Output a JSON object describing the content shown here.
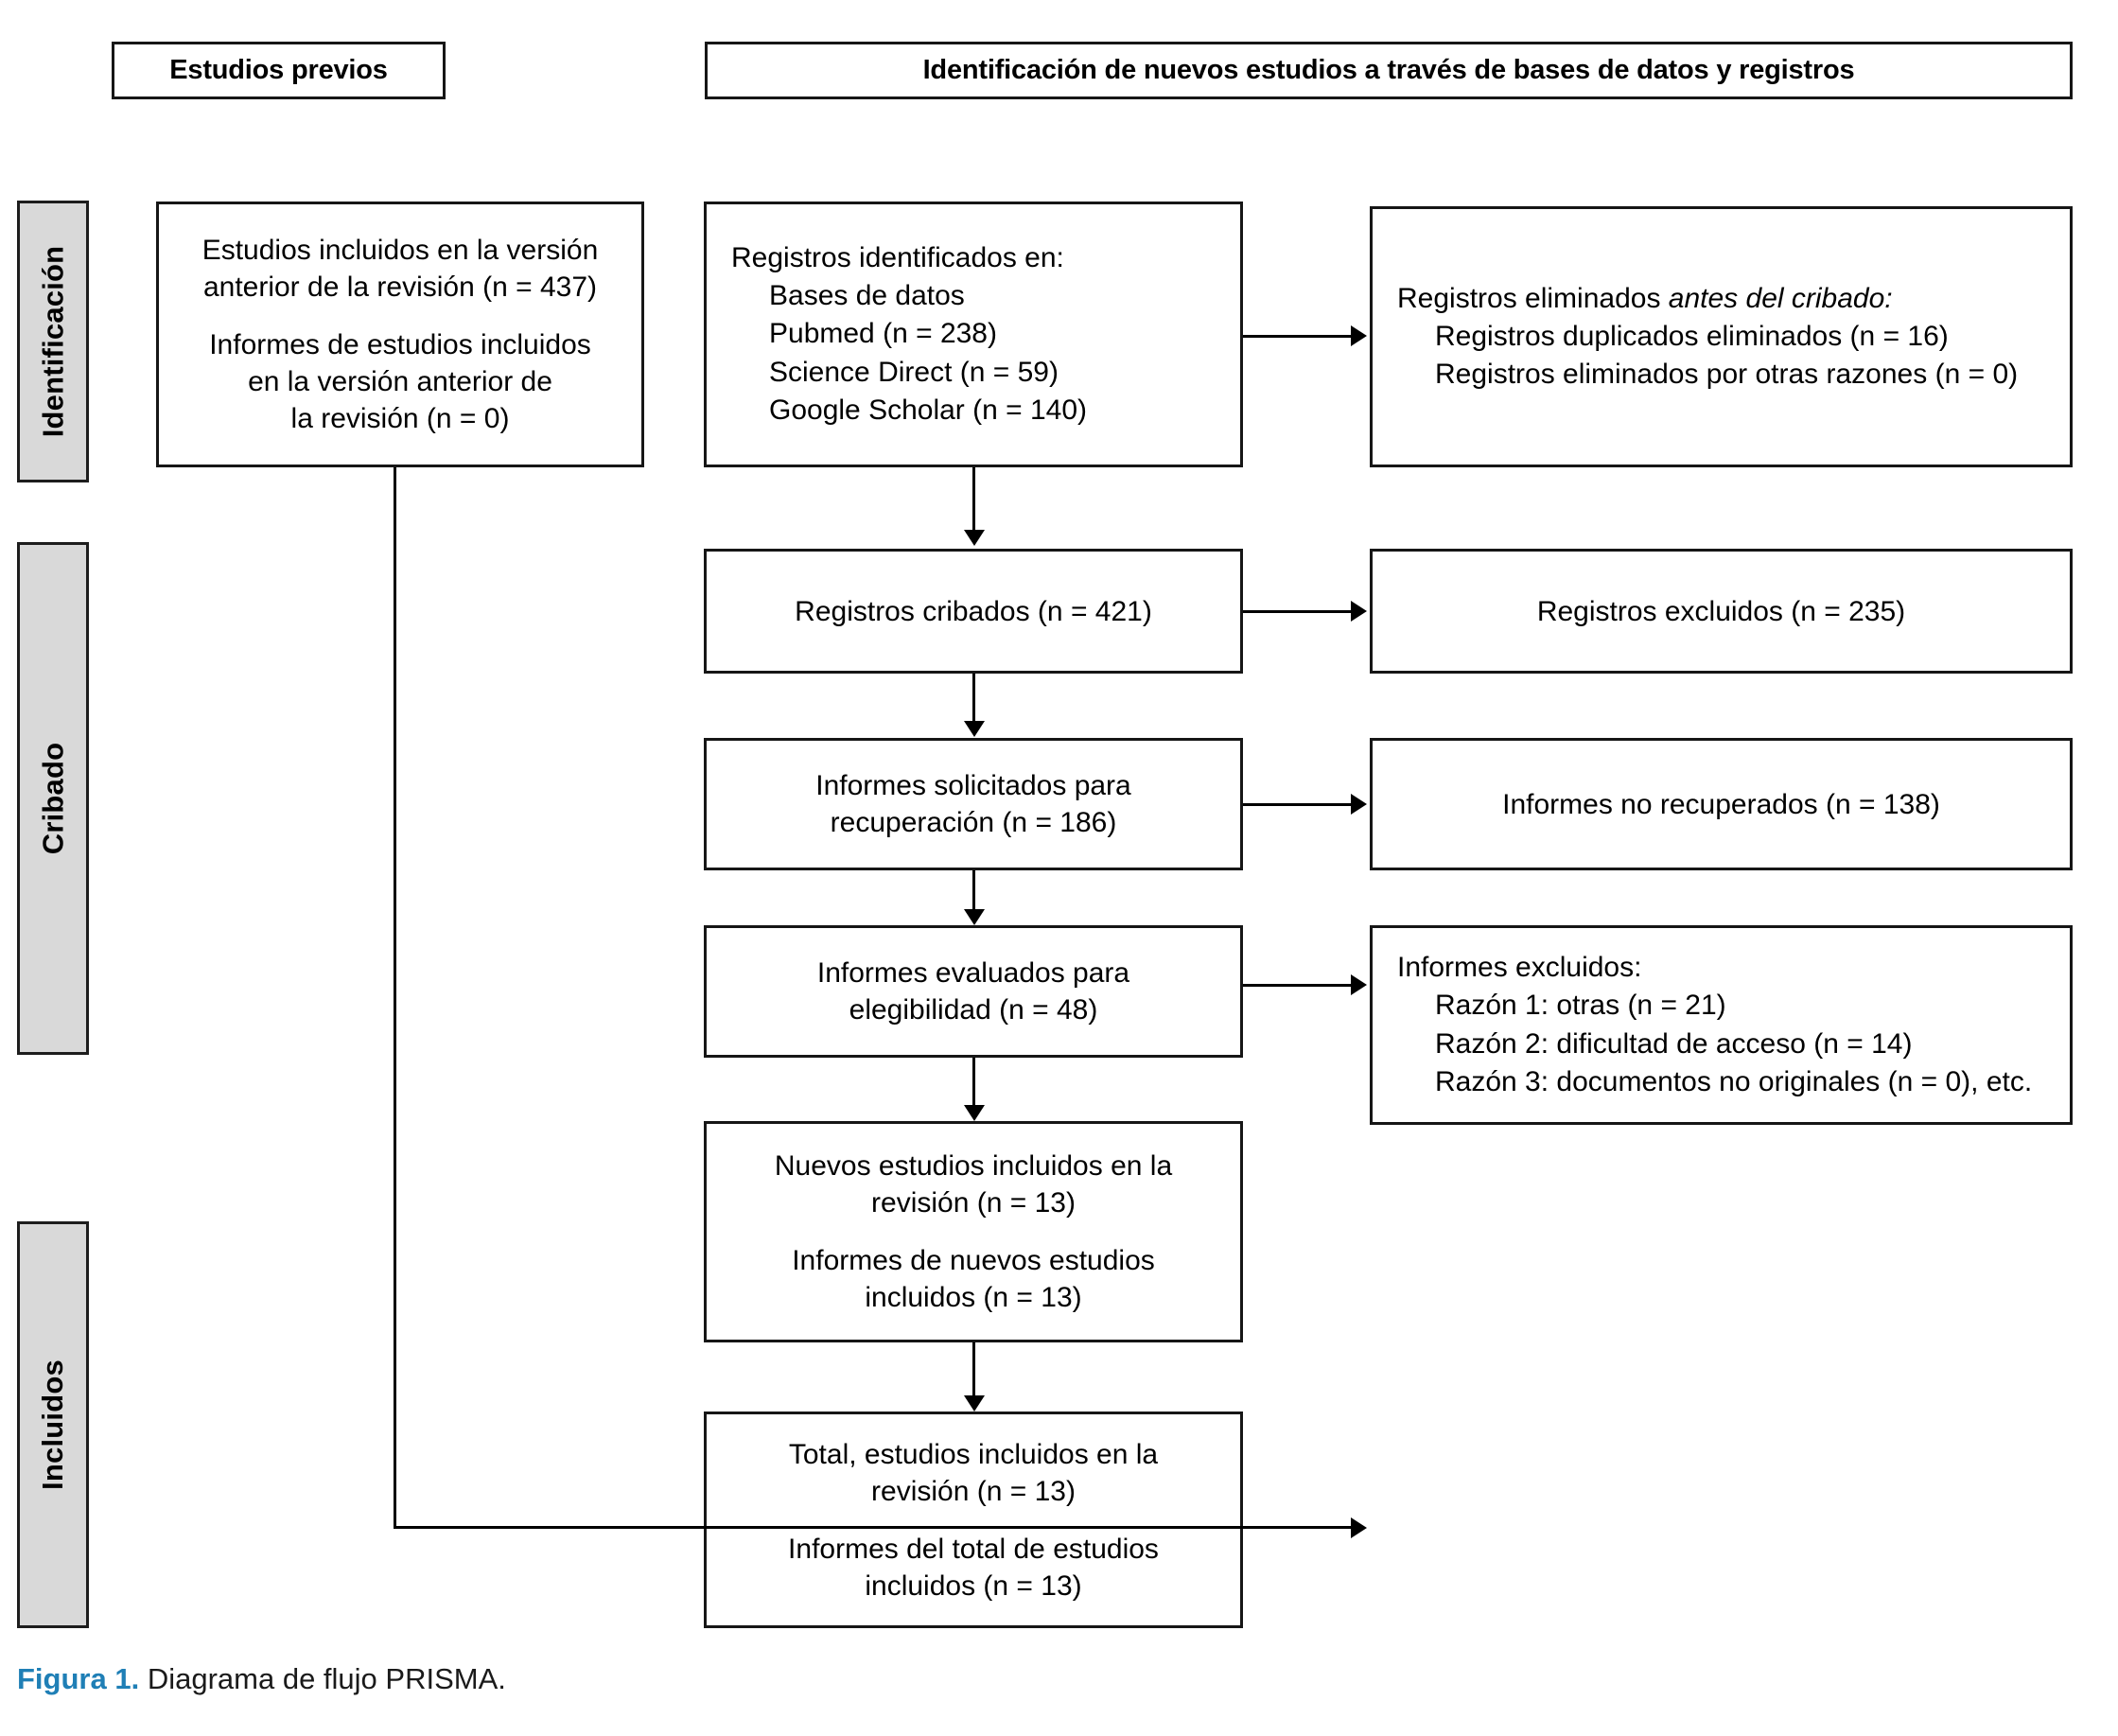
{
  "figure": {
    "caption_label": "Figura 1.",
    "caption_text": "Diagrama de flujo PRISMA.",
    "caption_accent_color": "#1f7fb6"
  },
  "headers": {
    "previous_studies": "Estudios previos",
    "new_identification": "Identificación de nuevos estudios a través de bases de datos y registros"
  },
  "stages": [
    {
      "label": "Identificación"
    },
    {
      "label": "Cribado"
    },
    {
      "label": "Incluidos"
    }
  ],
  "boxes": {
    "previous_included": {
      "line1": "Estudios incluidos en la versión",
      "line2": "anterior de la revisión (n = 437)",
      "line3": "Informes de estudios incluidos",
      "line4": "en la versión anterior de",
      "line5": "la revisión (n = 0)"
    },
    "records_identified": {
      "title": "Registros identificados en:",
      "items": [
        "Bases de datos",
        "Pubmed (n = 238)",
        "Science Direct (n = 59)",
        "Google Scholar (n = 140)"
      ]
    },
    "records_removed": {
      "title_plain": "Registros eliminados ",
      "title_italic": "antes del cribado:",
      "items": [
        "Registros duplicados eliminados (n = 16)",
        "Registros eliminados por otras razones (n = 0)"
      ]
    },
    "records_screened": {
      "text": "Registros cribados (n = 421)"
    },
    "records_excluded": {
      "text": "Registros excluidos (n = 235)"
    },
    "reports_sought": {
      "line1": "Informes solicitados para",
      "line2": "recuperación (n = 186)"
    },
    "reports_not_retrieved": {
      "text": "Informes no recuperados (n = 138)"
    },
    "reports_assessed": {
      "line1": "Informes evaluados para",
      "line2": "elegibilidad (n = 48)"
    },
    "reports_excluded": {
      "title": "Informes excluidos:",
      "items": [
        "Razón 1: otras (n = 21)",
        "Razón 2: dificultad de acceso (n = 14)",
        "Razón 3: documentos no originales (n = 0), etc."
      ]
    },
    "new_studies_included": {
      "line1": "Nuevos estudios incluidos en la",
      "line2": "revisión (n = 13)",
      "line3": "Informes de nuevos estudios",
      "line4": "incluidos (n = 13)"
    },
    "total_included": {
      "line1": "Total, estudios incluidos en la",
      "line2": "revisión (n = 13)",
      "line3": "Informes del total de estudios",
      "line4": "incluidos (n = 13)"
    }
  }
}
